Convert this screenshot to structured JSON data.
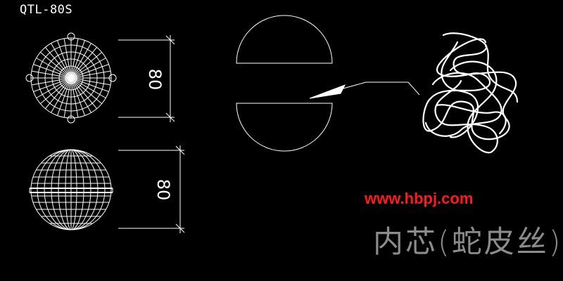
{
  "diagram": {
    "model_label": "QTL-80S",
    "dimensions": [
      {
        "value": "80"
      },
      {
        "value": "80"
      }
    ],
    "watermark_url": "www.hbpj.com",
    "core_label": "内芯(蛇皮丝)",
    "colors": {
      "background": "#000000",
      "lines": "#ffffff",
      "watermark": "#ff1a1a",
      "label_gray": "#8c8c8c"
    }
  }
}
